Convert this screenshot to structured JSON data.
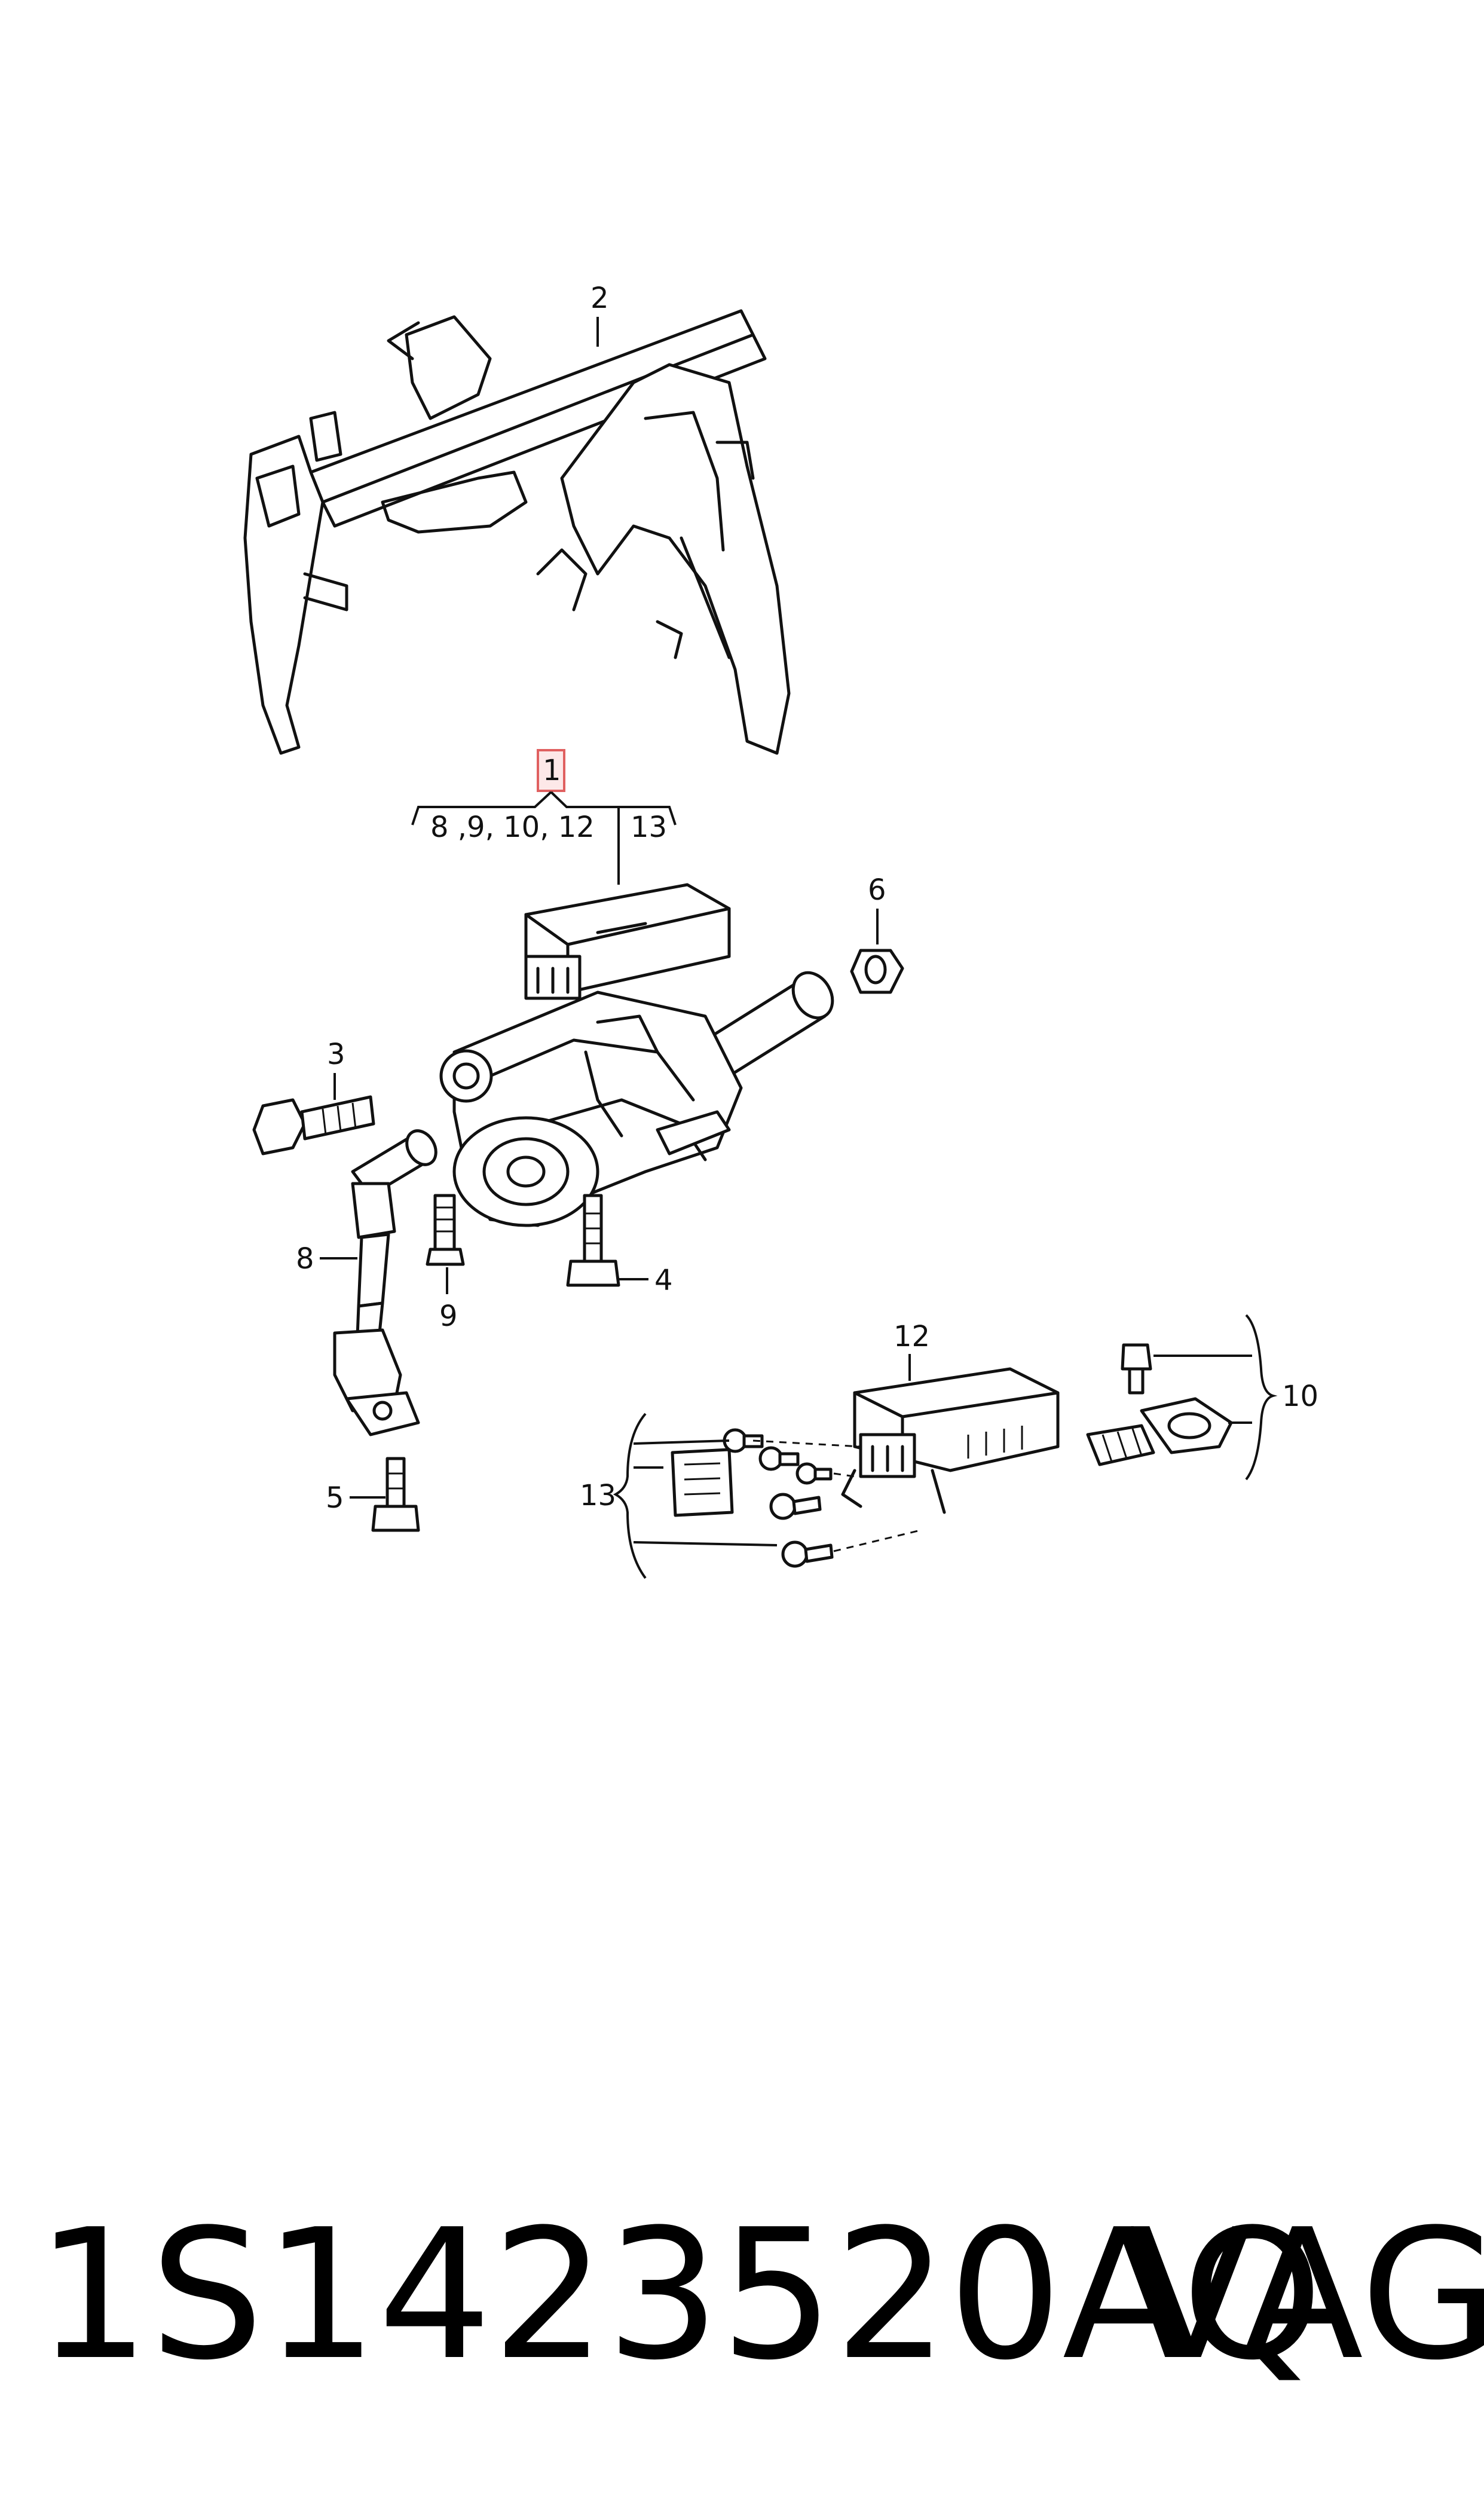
{
  "callouts": {
    "c1": "1",
    "c1_sub": "8 ,9, 10, 12",
    "c1_sub2": "13",
    "c2": "2",
    "c3": "3",
    "c4": "4",
    "c5": "5",
    "c6": "6",
    "c8": "8",
    "c9": "9",
    "c10": "10",
    "c12": "12",
    "c13": "13"
  },
  "caption": {
    "part_number": "1S1423520AQ",
    "brand": "VAG"
  },
  "colors": {
    "line": "#111111",
    "highlight_box": "#e06060",
    "highlight_fill": "#fde8e8"
  }
}
